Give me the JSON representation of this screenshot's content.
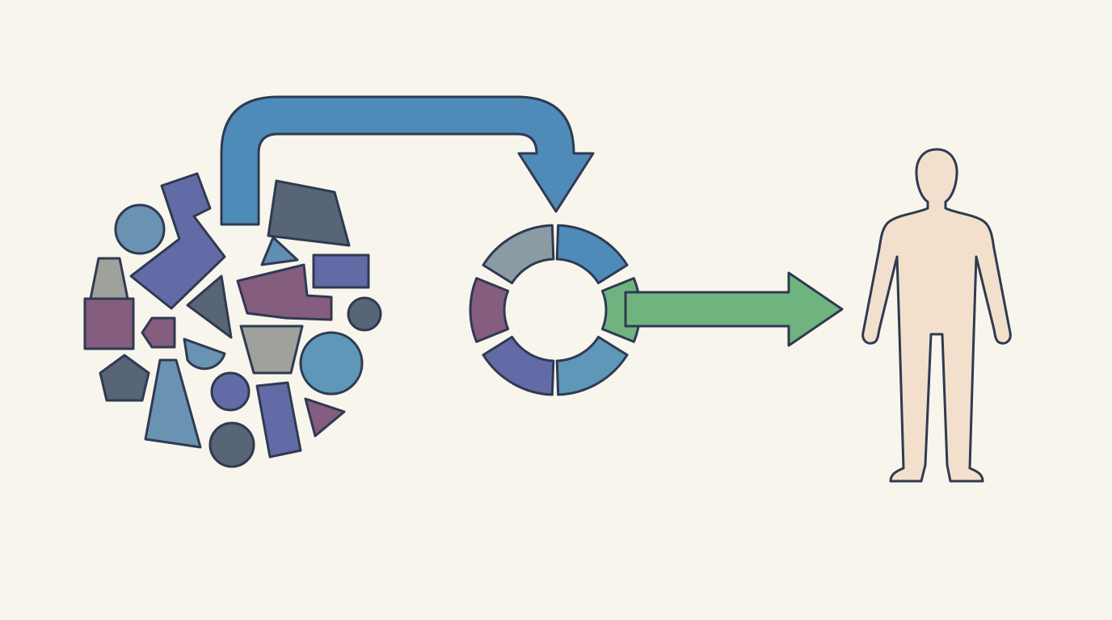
{
  "diagram": {
    "background": "#f8f5ec",
    "outline_color": "#2f3a52",
    "palette": {
      "slate_blue": "#5e8fb2",
      "steel_gray": "#8a9ba3",
      "indigo": "#636ba6",
      "plum": "#855d7e",
      "charcoal": "#576577",
      "stone": "#9fa29a",
      "sea_blue": "#5e97b8",
      "green": "#6fb47f",
      "arrow_blue": "#4f8bb9",
      "skin": "#f2e0cd"
    },
    "stages": [
      {
        "name": "scattered-fragments",
        "description_icon": "fragments-cluster-icon"
      },
      {
        "name": "assembled-cycle",
        "description_icon": "segmented-ring-icon"
      },
      {
        "name": "person",
        "description_icon": "person-icon"
      }
    ],
    "connectors": [
      {
        "from": "scattered-fragments",
        "to": "assembled-cycle",
        "style": "curved-arrow",
        "color": "#4f8bb9"
      },
      {
        "from": "assembled-cycle",
        "to": "person",
        "style": "straight-arrow",
        "color": "#6fb47f"
      }
    ]
  }
}
